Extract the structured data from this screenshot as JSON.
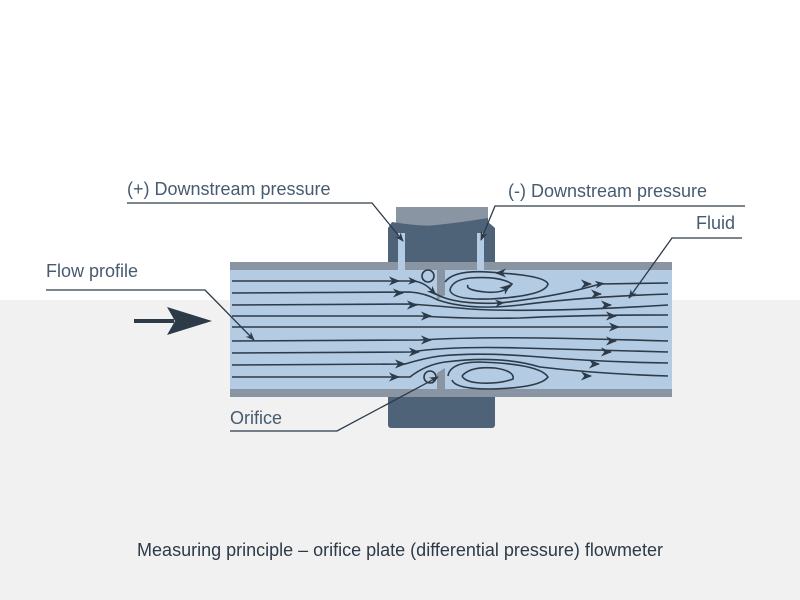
{
  "diagram": {
    "title": "Measuring principle – orifice plate (differential pressure) flowmeter",
    "labels": {
      "plus_pressure": "(+) Downstream pressure",
      "minus_pressure": "(-) Downstream pressure",
      "fluid": "Fluid",
      "flow_profile": "Flow profile",
      "orifice": "Orifice"
    },
    "colors": {
      "fluid": "#b3cbe3",
      "pipe_wall": "#8a95a3",
      "flange": "#4e6378",
      "flange_top": "#8a95a3",
      "streamline": "#2d3a48",
      "label_text": "#475b70",
      "background_lower": "#f0f1f0"
    }
  }
}
